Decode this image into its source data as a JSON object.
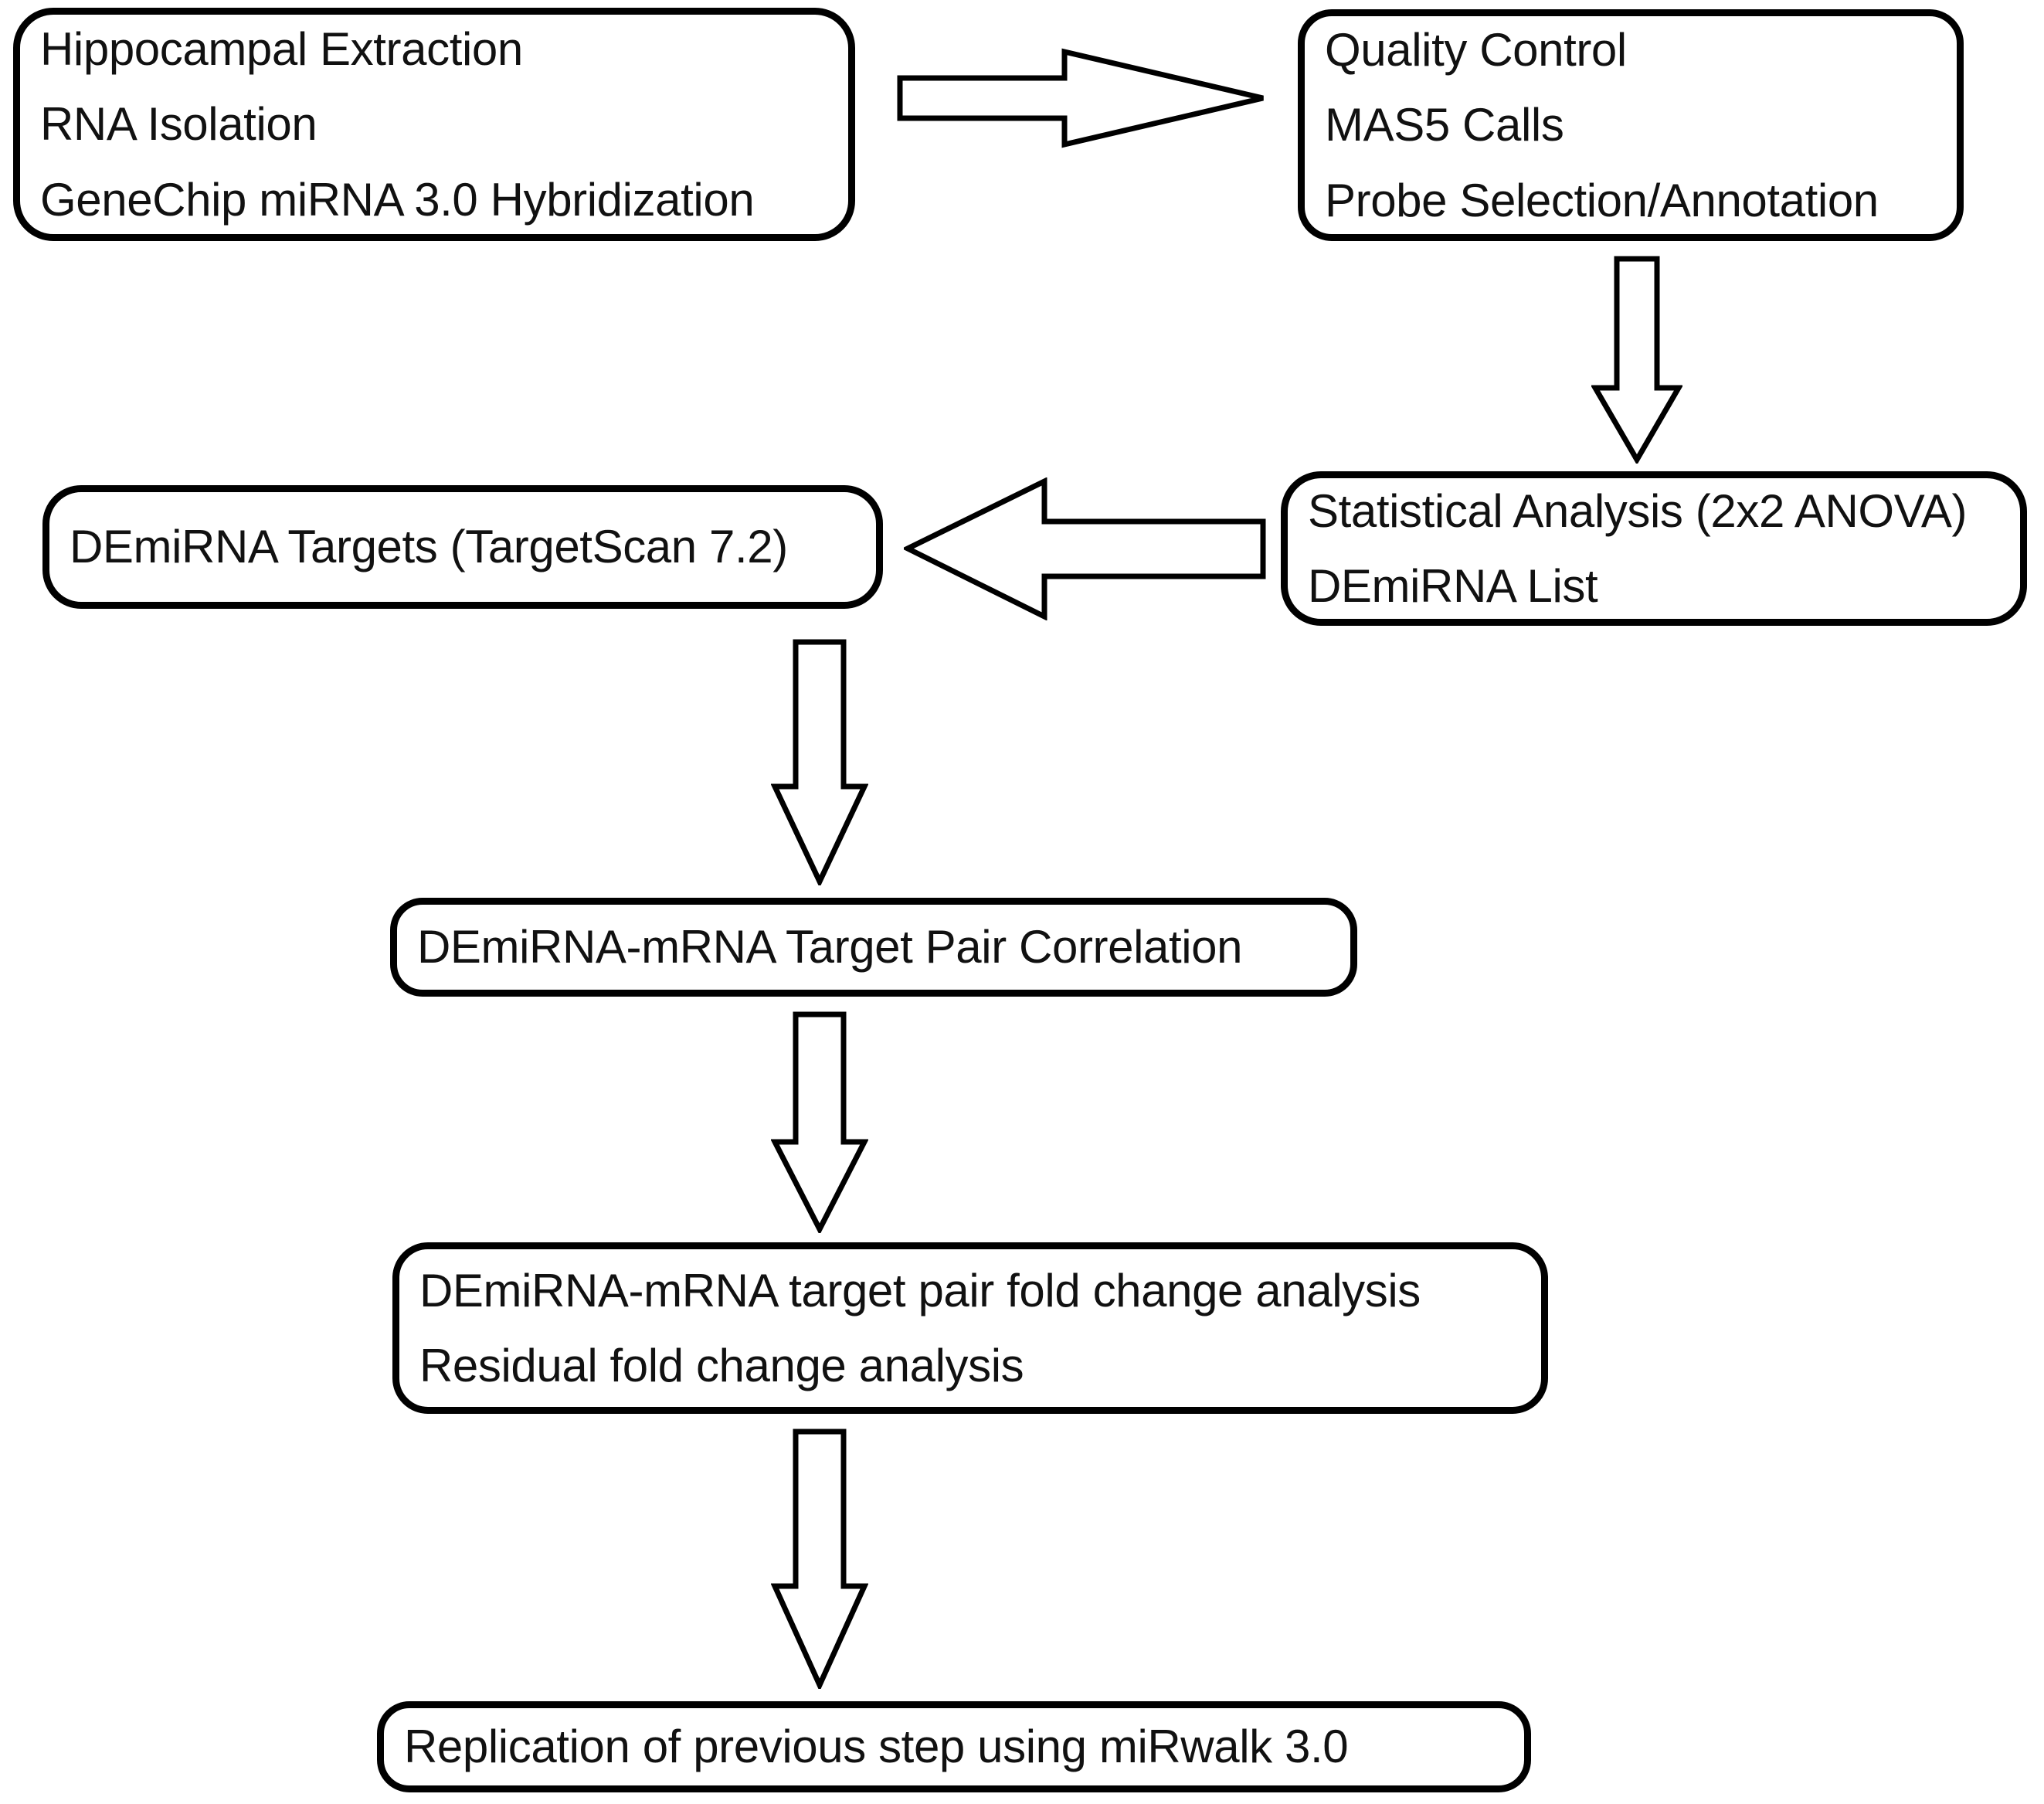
{
  "diagram": {
    "title": "miRNA analysis workflow flowchart",
    "background_color": "#ffffff",
    "stroke_color": "#000000",
    "text_color": "#111111",
    "nodes": [
      {
        "id": "extraction",
        "lines": [
          "Hippocampal Extraction",
          "RNA Isolation",
          "GeneChip miRNA 3.0 Hybridization"
        ]
      },
      {
        "id": "qc",
        "lines": [
          "Quality Control",
          "MAS5 Calls",
          "Probe Selection/Annotation"
        ]
      },
      {
        "id": "targets",
        "lines": [
          "DEmiRNA Targets (TargetScan 7.2)"
        ]
      },
      {
        "id": "stats",
        "lines": [
          "Statistical Analysis (2x2 ANOVA)",
          "DEmiRNA List"
        ]
      },
      {
        "id": "correlation",
        "lines": [
          "DEmiRNA-mRNA Target Pair Correlation"
        ]
      },
      {
        "id": "foldchange",
        "lines": [
          "DEmiRNA-mRNA target pair fold change analysis",
          "Residual fold change analysis"
        ]
      },
      {
        "id": "replication",
        "lines": [
          "Replication of previous step using miRwalk 3.0"
        ]
      }
    ],
    "arrows": [
      {
        "id": "top-right",
        "direction": "right",
        "from": "extraction",
        "to": "qc"
      },
      {
        "id": "qc-down",
        "direction": "down",
        "from": "qc",
        "to": "stats"
      },
      {
        "id": "stats-left",
        "direction": "left",
        "from": "stats",
        "to": "targets"
      },
      {
        "id": "targets-down",
        "direction": "down",
        "from": "targets",
        "to": "correlation"
      },
      {
        "id": "corr-down",
        "direction": "down",
        "from": "correlation",
        "to": "foldchange"
      },
      {
        "id": "fold-down",
        "direction": "down",
        "from": "foldchange",
        "to": "replication"
      }
    ]
  }
}
